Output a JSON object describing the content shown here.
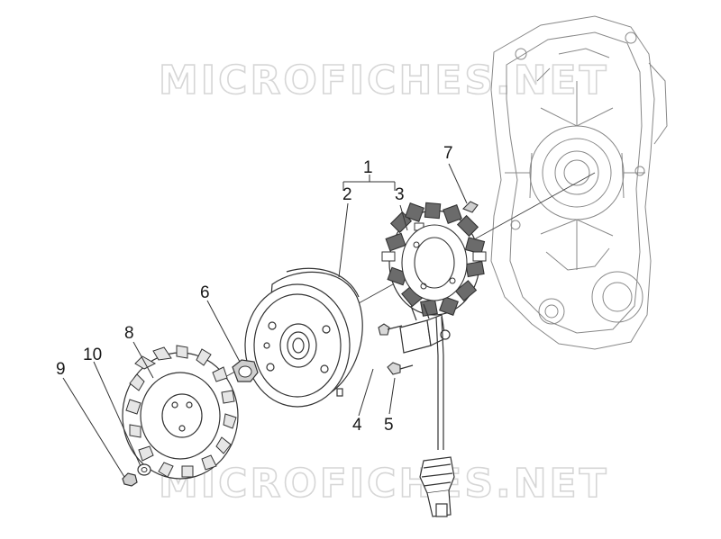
{
  "watermark": "MICROFICHES.NET",
  "callouts": {
    "p1": "1",
    "p2": "2",
    "p3": "3",
    "p4": "4",
    "p5": "5",
    "p6": "6",
    "p7": "7",
    "p8": "8",
    "p9": "9",
    "p10": "10"
  }
}
